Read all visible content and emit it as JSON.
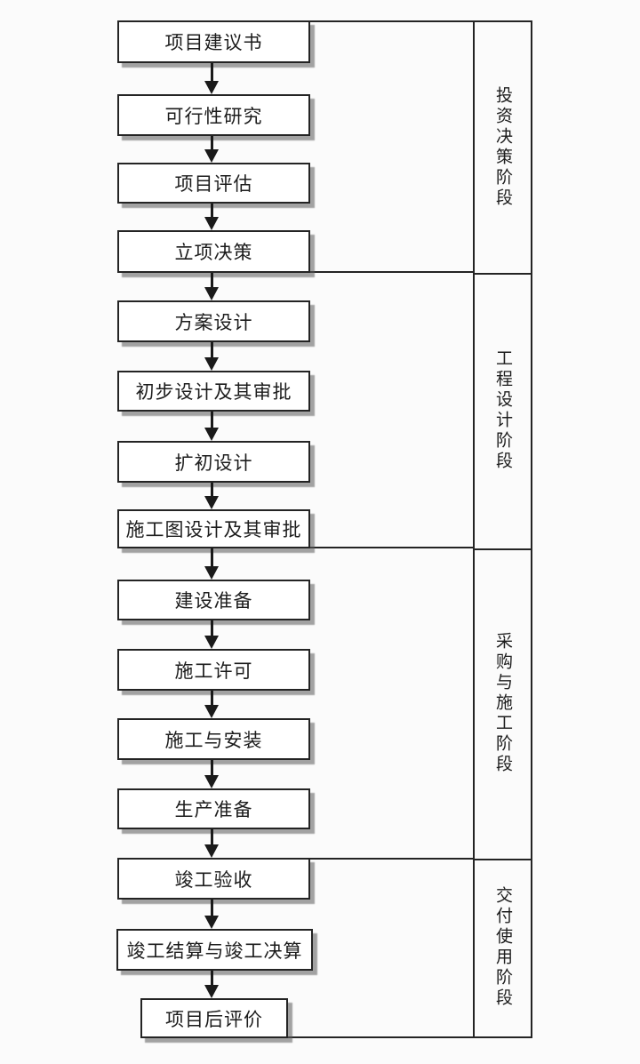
{
  "flowchart": {
    "steps": [
      {
        "label": "项目建议书"
      },
      {
        "label": "可行性研究"
      },
      {
        "label": "项目评估"
      },
      {
        "label": "立项决策"
      },
      {
        "label": "方案设计"
      },
      {
        "label": "初步设计及其审批"
      },
      {
        "label": "扩初设计"
      },
      {
        "label": "施工图设计及其审批"
      },
      {
        "label": "建设准备"
      },
      {
        "label": "施工许可"
      },
      {
        "label": "施工与安装"
      },
      {
        "label": "生产准备"
      },
      {
        "label": "竣工验收"
      },
      {
        "label": "竣工结算与竣工决算"
      },
      {
        "label": "项目后评价"
      }
    ],
    "stages": [
      {
        "label": "投资决策阶段"
      },
      {
        "label": "工程设计阶段"
      },
      {
        "label": "采购与施工阶段"
      },
      {
        "label": "交付使用阶段"
      }
    ],
    "colors": {
      "background": "#fbfbfb",
      "line": "#242424",
      "box_fill": "#ffffff",
      "shadow_gray": "#5a5a5a",
      "text": "#1c1c1c"
    }
  }
}
